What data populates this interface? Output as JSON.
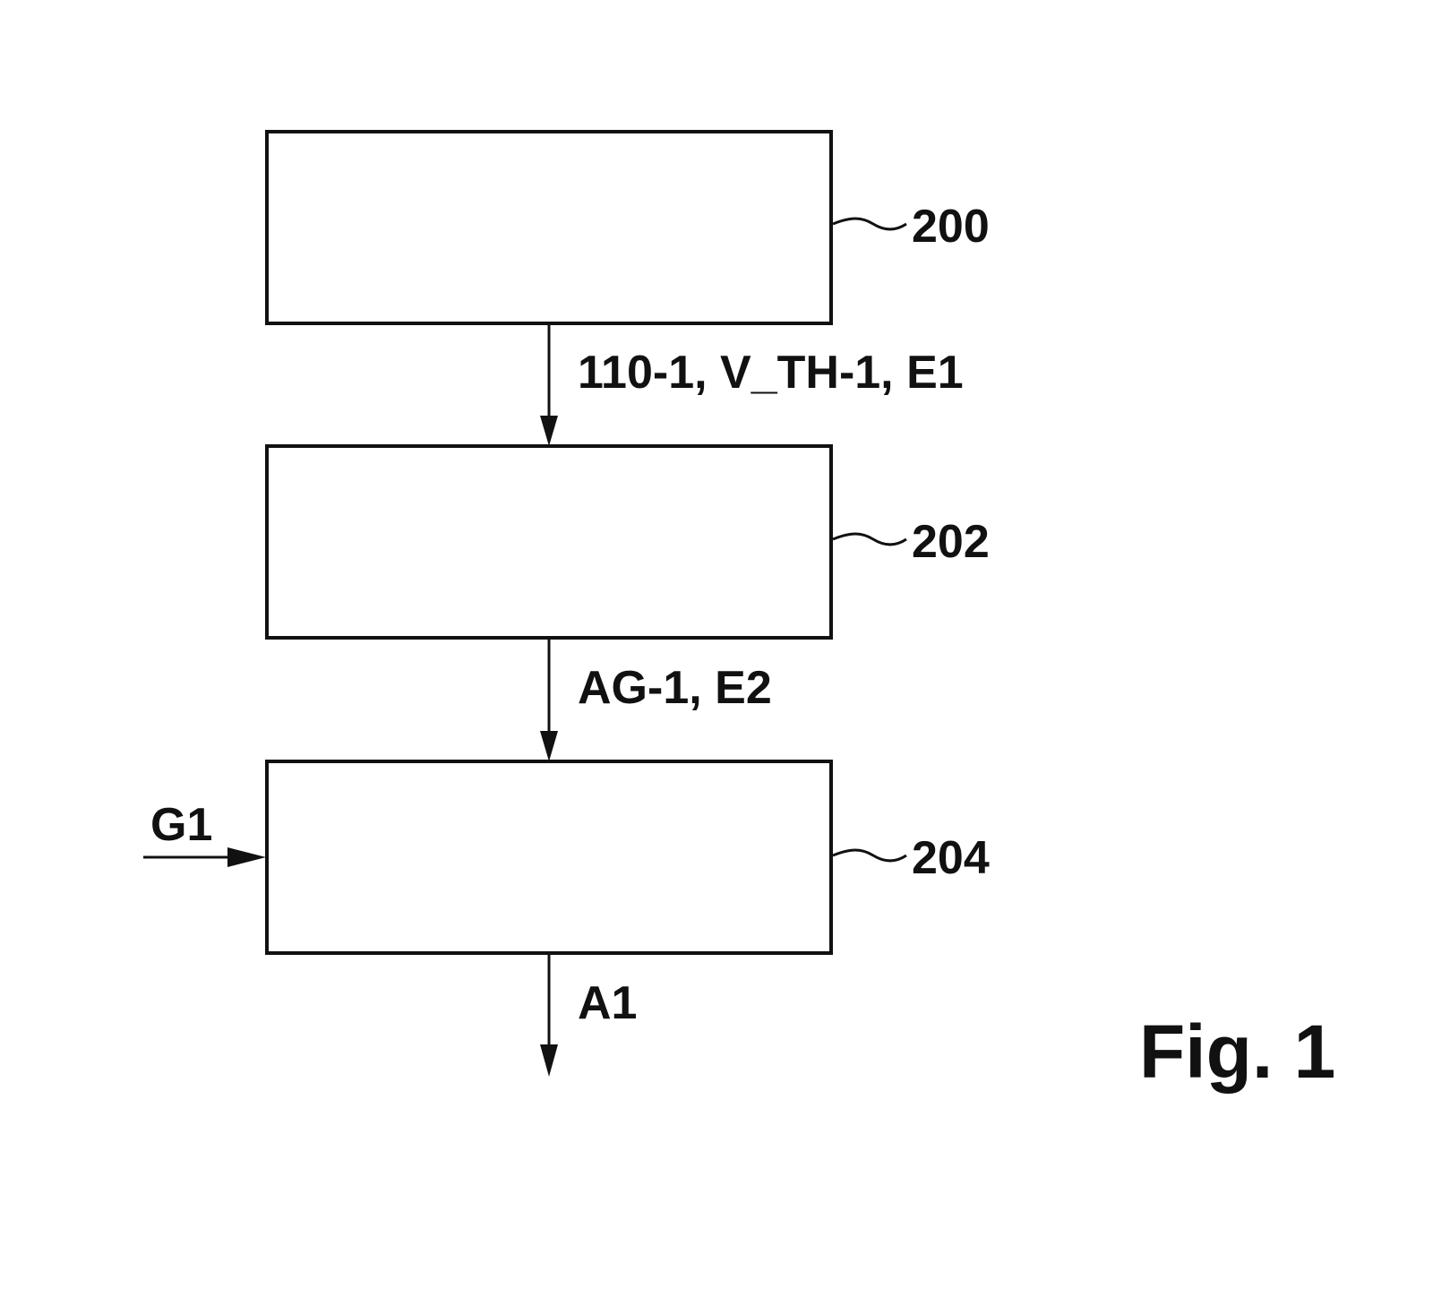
{
  "figure": {
    "caption": "Fig. 1"
  },
  "blocks": [
    {
      "id": "block-200",
      "ref": "200"
    },
    {
      "id": "block-202",
      "ref": "202"
    },
    {
      "id": "block-204",
      "ref": "204"
    }
  ],
  "edges": {
    "e200_202": "110-1, V_TH-1, E1",
    "e202_204": "AG-1, E2",
    "input_204": "G1",
    "output_204": "A1"
  },
  "colors": {
    "stroke": "#111111",
    "background": "#ffffff"
  }
}
